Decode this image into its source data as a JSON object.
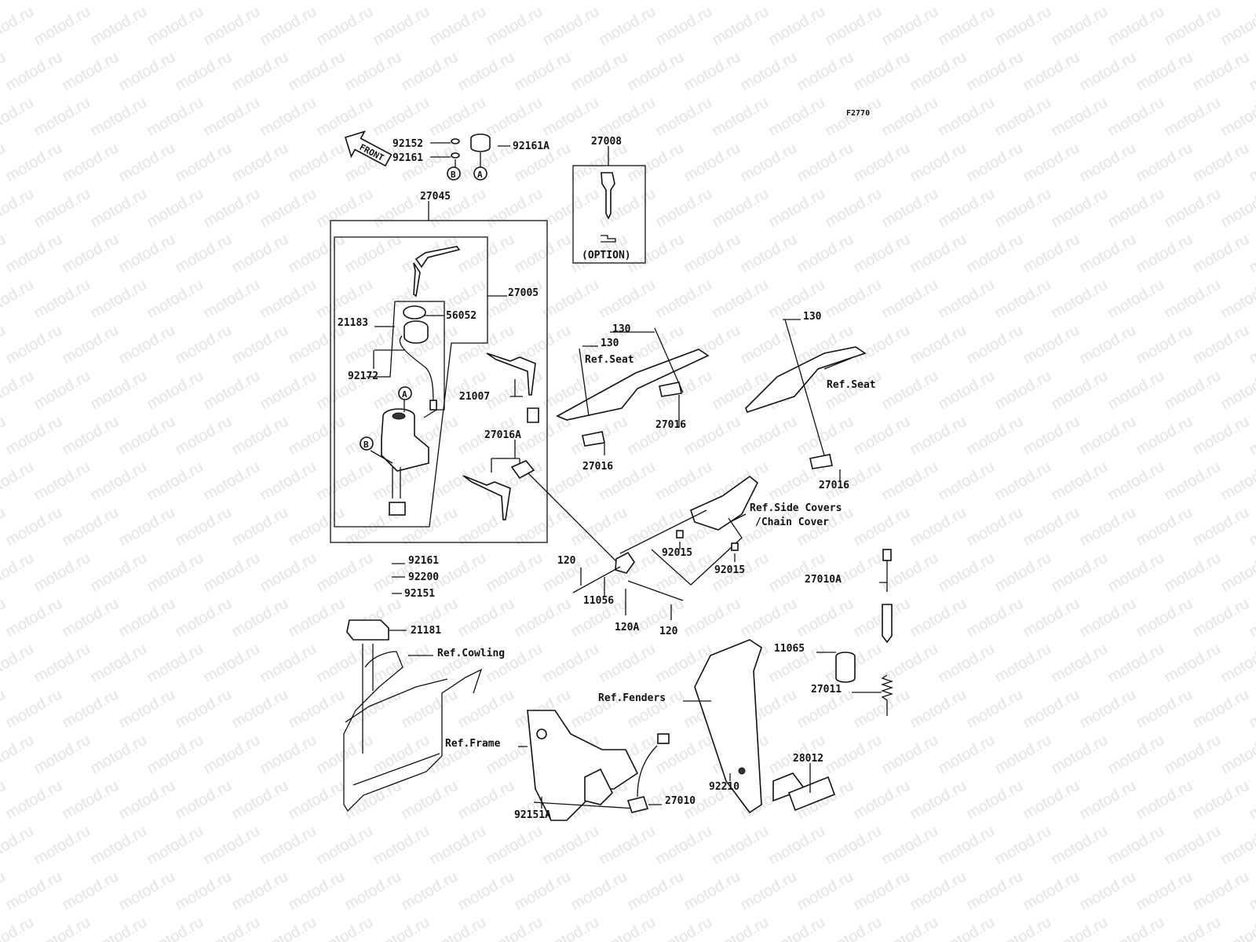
{
  "diagram_code": "F2770",
  "watermark": "motod.ru",
  "front_arrow": "FRONT",
  "ref_letters": [
    "A",
    "B"
  ],
  "labels": [
    "F2770",
    "92152",
    "92161",
    "92161A",
    "27008",
    "27045",
    "(OPTION)",
    "27005",
    "56052",
    "21183",
    "130",
    "130",
    "130",
    "Ref.Seat",
    "92172",
    "21007",
    "Ref.Seat",
    "27016",
    "27016A",
    "27016",
    "27016",
    "Ref.Side Covers",
    "/Chain Cover",
    "92015",
    "92015",
    "120",
    "27010A",
    "92161",
    "92200",
    "92151",
    "11056",
    "120A",
    "120",
    "21181",
    "Ref.Cowling",
    "11065",
    "27011",
    "Ref.Fenders",
    "Ref.Frame",
    "28012",
    "92210",
    "27010",
    "92151A"
  ]
}
